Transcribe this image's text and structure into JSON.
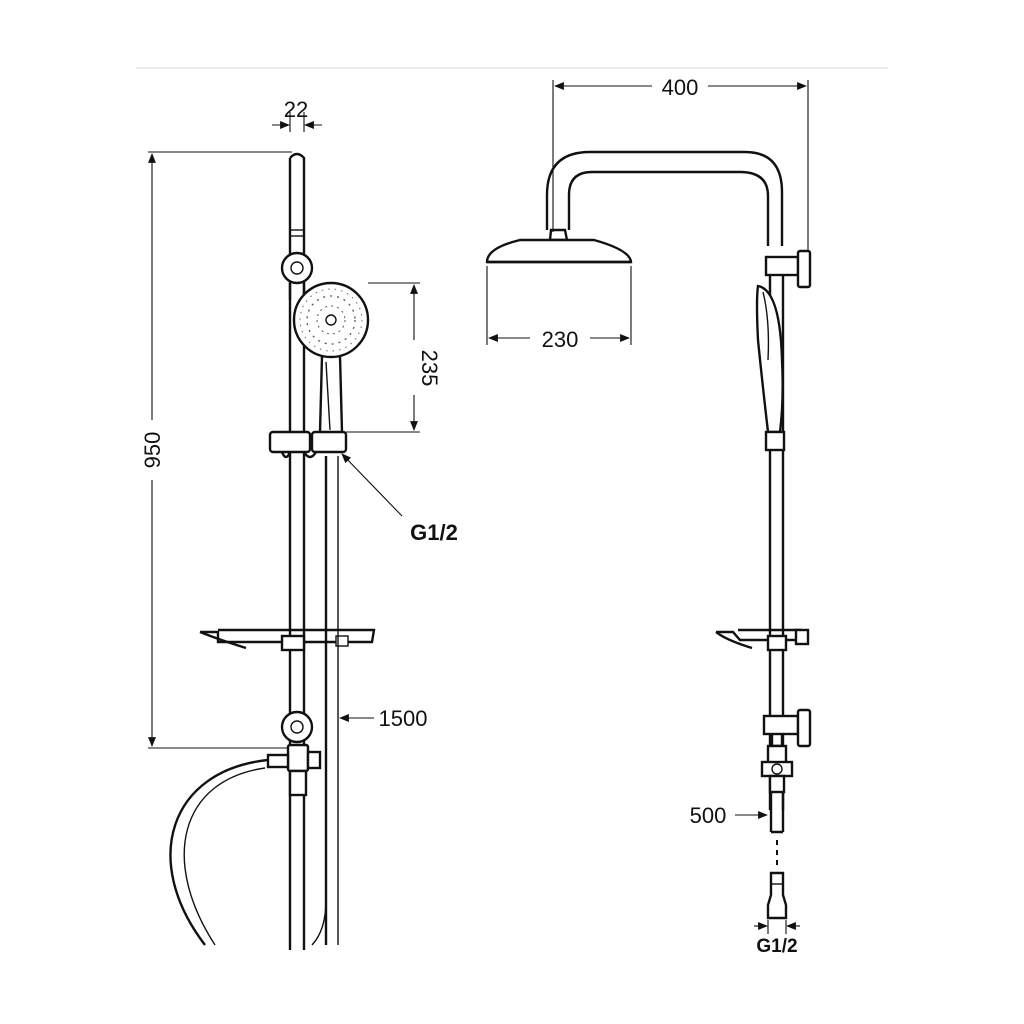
{
  "dimensions": {
    "rail_diameter": "22",
    "total_height": "950",
    "hand_shower_length": "235",
    "hose_thread_left": "G1/2",
    "hose_length": "1500",
    "arm_reach": "400",
    "head_width": "230",
    "lower_pipe": "500",
    "inlet_thread_right": "G1/2"
  }
}
